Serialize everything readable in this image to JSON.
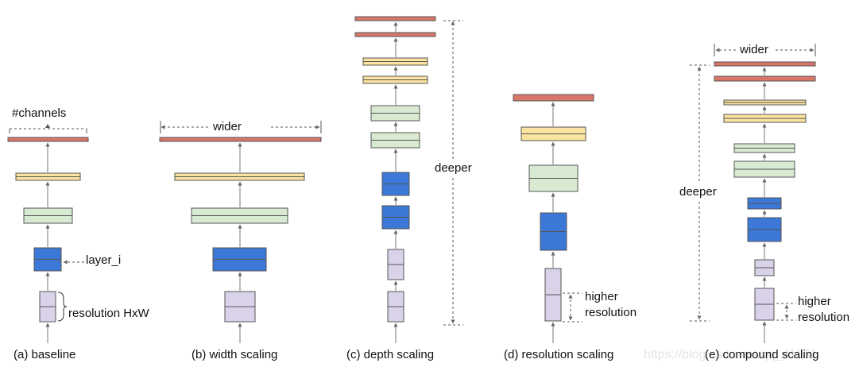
{
  "colors": {
    "red": "#d8766a",
    "yellow": "#fbe4a0",
    "green": "#d9ead3",
    "blue": "#3c78d8",
    "lavender": "#d9d2e9",
    "stroke": "#555555",
    "arrow": "#777777",
    "dash": "#555555"
  },
  "panels": [
    {
      "id": "a",
      "caption": "(a) baseline"
    },
    {
      "id": "b",
      "caption": "(b) width scaling"
    },
    {
      "id": "c",
      "caption": "(c) depth scaling"
    },
    {
      "id": "d",
      "caption": "(d) resolution scaling"
    },
    {
      "id": "e",
      "caption": "(e) compound scaling"
    }
  ],
  "annotations": {
    "channels": "#channels",
    "layer": "layer_i",
    "resolution": "resolution HxW",
    "wider": "wider",
    "deeper": "deeper",
    "higher": "higher",
    "resolution_word": "resolution"
  },
  "watermark": "https://blog.csdn.net/qq_41231"
}
